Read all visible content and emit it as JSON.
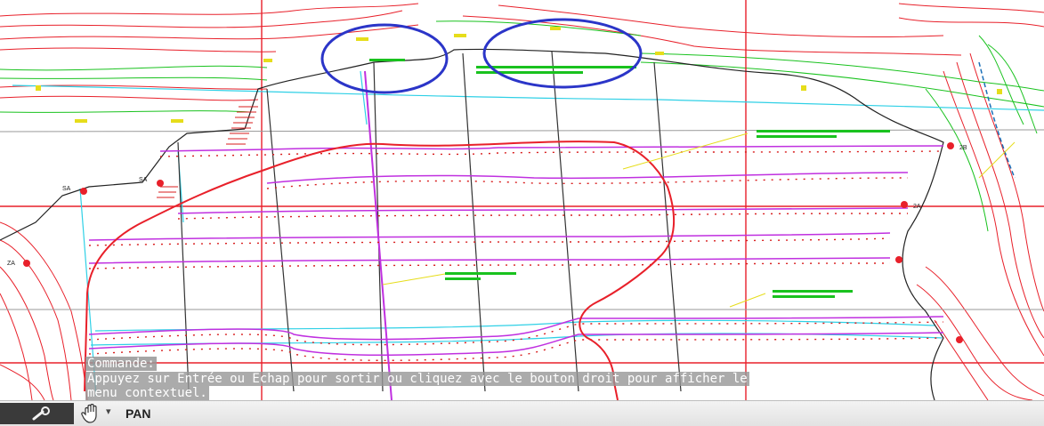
{
  "drawing": {
    "labels": [
      "SA",
      "SA",
      "ZA",
      "2B",
      "2A"
    ]
  },
  "command_history": {
    "line1": "Commande:",
    "line2": "Appuyez sur Entrée ou Echap pour sortir ou cliquez avec le bouton droit pour afficher le",
    "line3": "menu contextuel."
  },
  "command_bar": {
    "prompt_label": "PAN",
    "icons": [
      "wrench-icon",
      "pan-hand-icon",
      "dropdown-caret-icon"
    ]
  },
  "colors": {
    "contour_red": "#e8202a",
    "contour_green": "#19c21e",
    "axis_cyan": "#2fd0e6",
    "section_magenta": "#c030e0",
    "annotation_blue": "#2b35c8",
    "hatch_red": "#d81c1c"
  }
}
